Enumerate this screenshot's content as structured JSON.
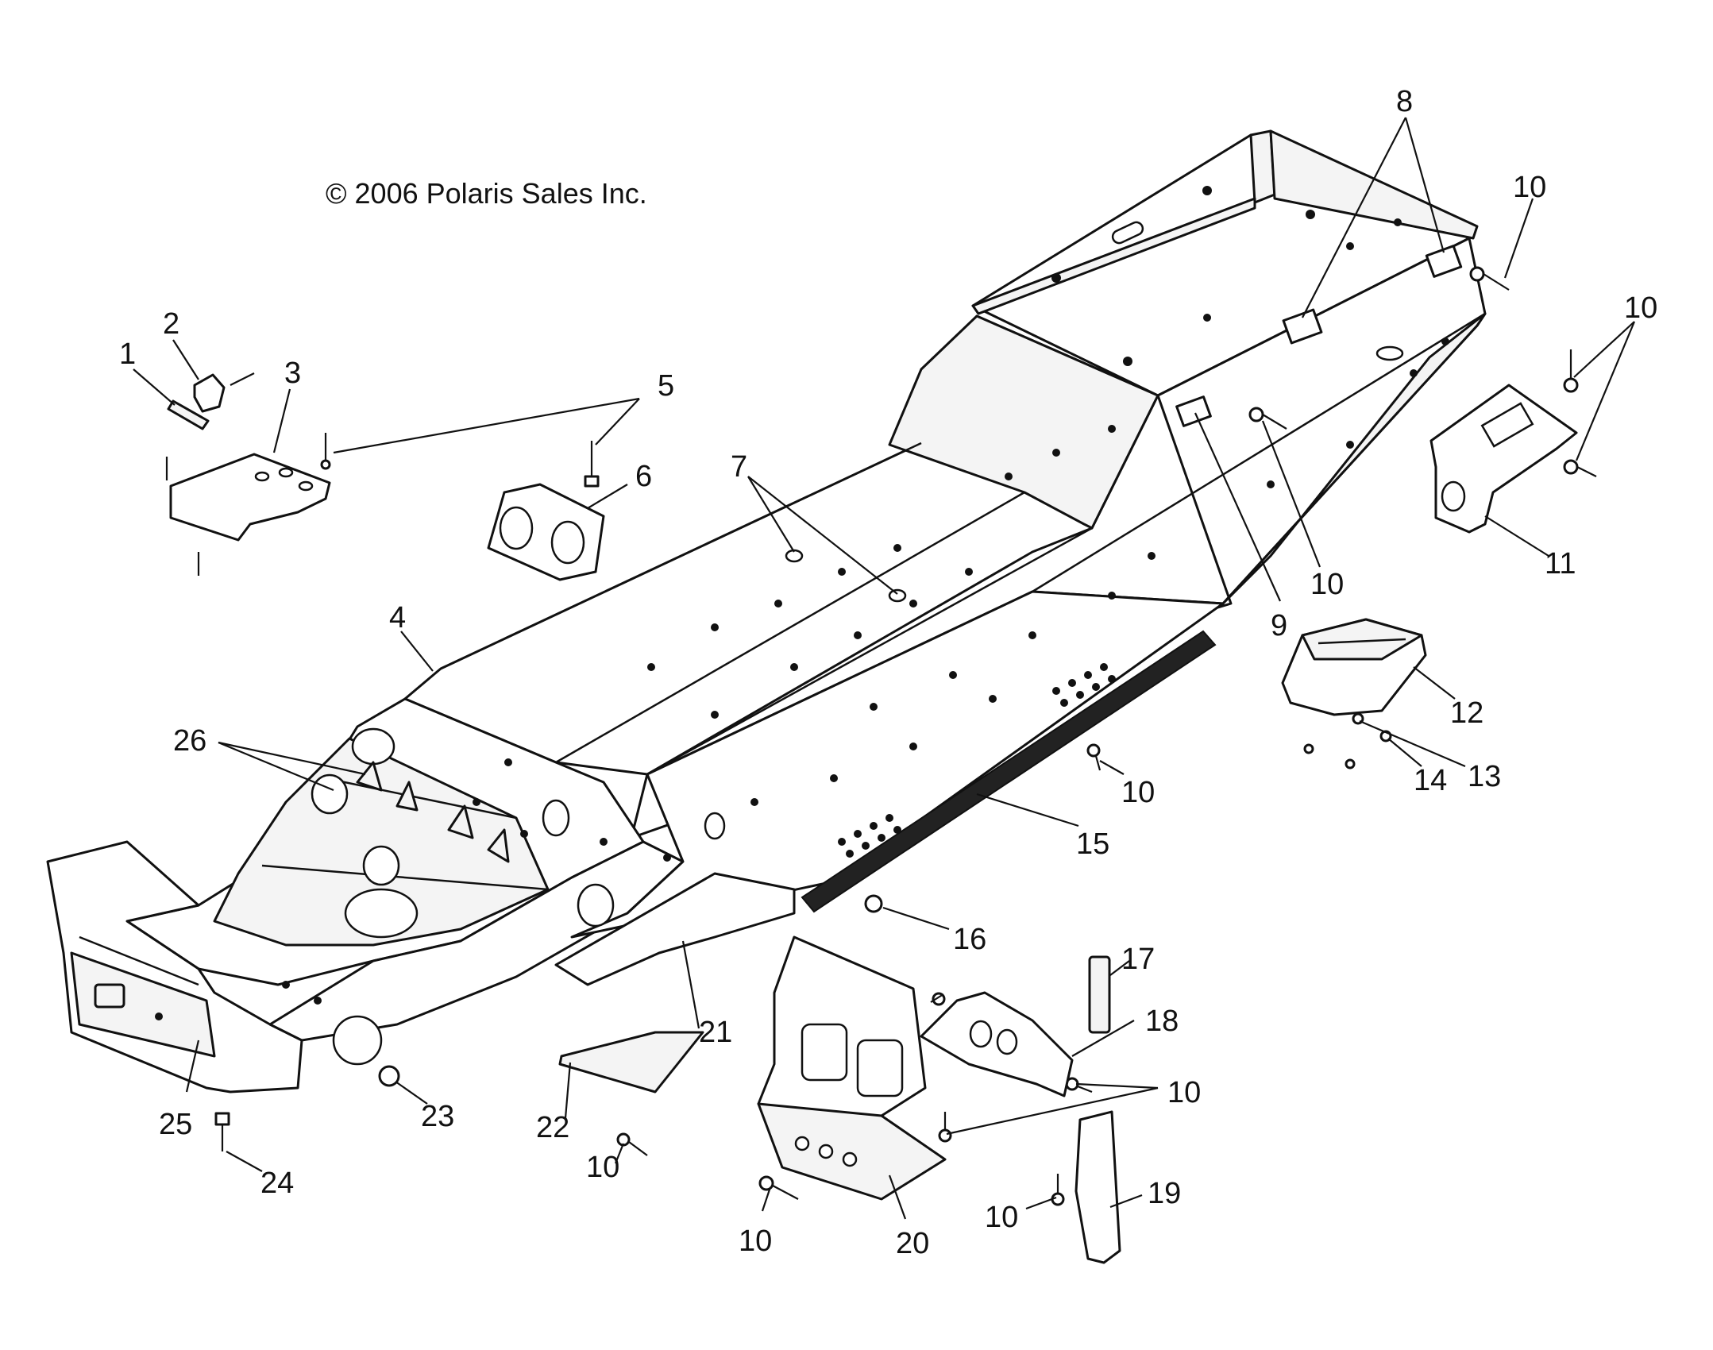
{
  "diagram": {
    "copyright": "© 2006 Polaris Sales Inc.",
    "callouts": [
      {
        "id": "c1",
        "text": "1"
      },
      {
        "id": "c2",
        "text": "2"
      },
      {
        "id": "c3",
        "text": "3"
      },
      {
        "id": "c4",
        "text": "4"
      },
      {
        "id": "c5",
        "text": "5"
      },
      {
        "id": "c6",
        "text": "6"
      },
      {
        "id": "c7",
        "text": "7"
      },
      {
        "id": "c8",
        "text": "8"
      },
      {
        "id": "c9",
        "text": "9"
      },
      {
        "id": "c10a",
        "text": "10"
      },
      {
        "id": "c10b",
        "text": "10"
      },
      {
        "id": "c10c",
        "text": "10"
      },
      {
        "id": "c10d",
        "text": "10"
      },
      {
        "id": "c10e",
        "text": "10"
      },
      {
        "id": "c10f",
        "text": "10"
      },
      {
        "id": "c10g",
        "text": "10"
      },
      {
        "id": "c10h",
        "text": "10"
      },
      {
        "id": "c11",
        "text": "11"
      },
      {
        "id": "c12",
        "text": "12"
      },
      {
        "id": "c13",
        "text": "13"
      },
      {
        "id": "c14",
        "text": "14"
      },
      {
        "id": "c15",
        "text": "15"
      },
      {
        "id": "c16",
        "text": "16"
      },
      {
        "id": "c17",
        "text": "17"
      },
      {
        "id": "c18",
        "text": "18"
      },
      {
        "id": "c19",
        "text": "19"
      },
      {
        "id": "c20",
        "text": "20"
      },
      {
        "id": "c21",
        "text": "21"
      },
      {
        "id": "c22",
        "text": "22"
      },
      {
        "id": "c23",
        "text": "23"
      },
      {
        "id": "c24",
        "text": "24"
      },
      {
        "id": "c25",
        "text": "25"
      },
      {
        "id": "c26",
        "text": "26"
      }
    ]
  }
}
